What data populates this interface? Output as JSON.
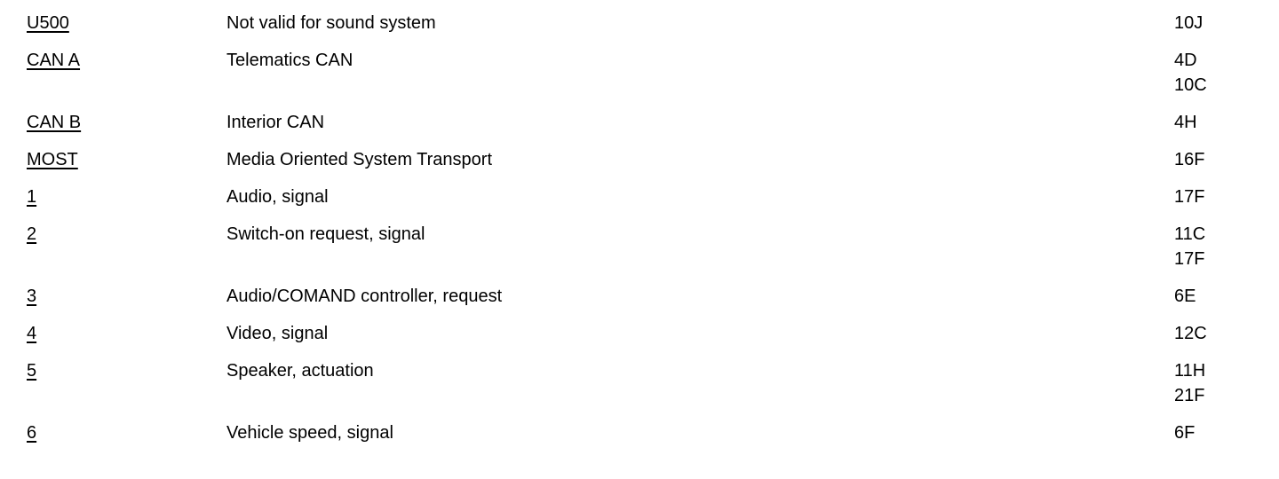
{
  "legend": {
    "rows": [
      {
        "code": "U500",
        "description": "Not valid for sound system",
        "refs": [
          "10J"
        ]
      },
      {
        "code": "CAN A",
        "description": "Telematics CAN",
        "refs": [
          "4D",
          "10C"
        ]
      },
      {
        "code": "CAN B",
        "description": "Interior CAN",
        "refs": [
          "4H"
        ]
      },
      {
        "code": "MOST",
        "description": "Media Oriented System Transport",
        "refs": [
          "16F"
        ]
      },
      {
        "code": "1",
        "description": "Audio, signal",
        "refs": [
          "17F"
        ]
      },
      {
        "code": "2",
        "description": "Switch-on request, signal",
        "refs": [
          "11C",
          "17F"
        ]
      },
      {
        "code": "3",
        "description": "Audio/COMAND controller, request",
        "refs": [
          "6E"
        ]
      },
      {
        "code": "4",
        "description": "Video, signal",
        "refs": [
          "12C"
        ]
      },
      {
        "code": "5",
        "description": "Speaker, actuation",
        "refs": [
          "11H",
          "21F"
        ]
      },
      {
        "code": "6",
        "description": "Vehicle speed, signal",
        "refs": [
          "6F"
        ]
      }
    ]
  }
}
